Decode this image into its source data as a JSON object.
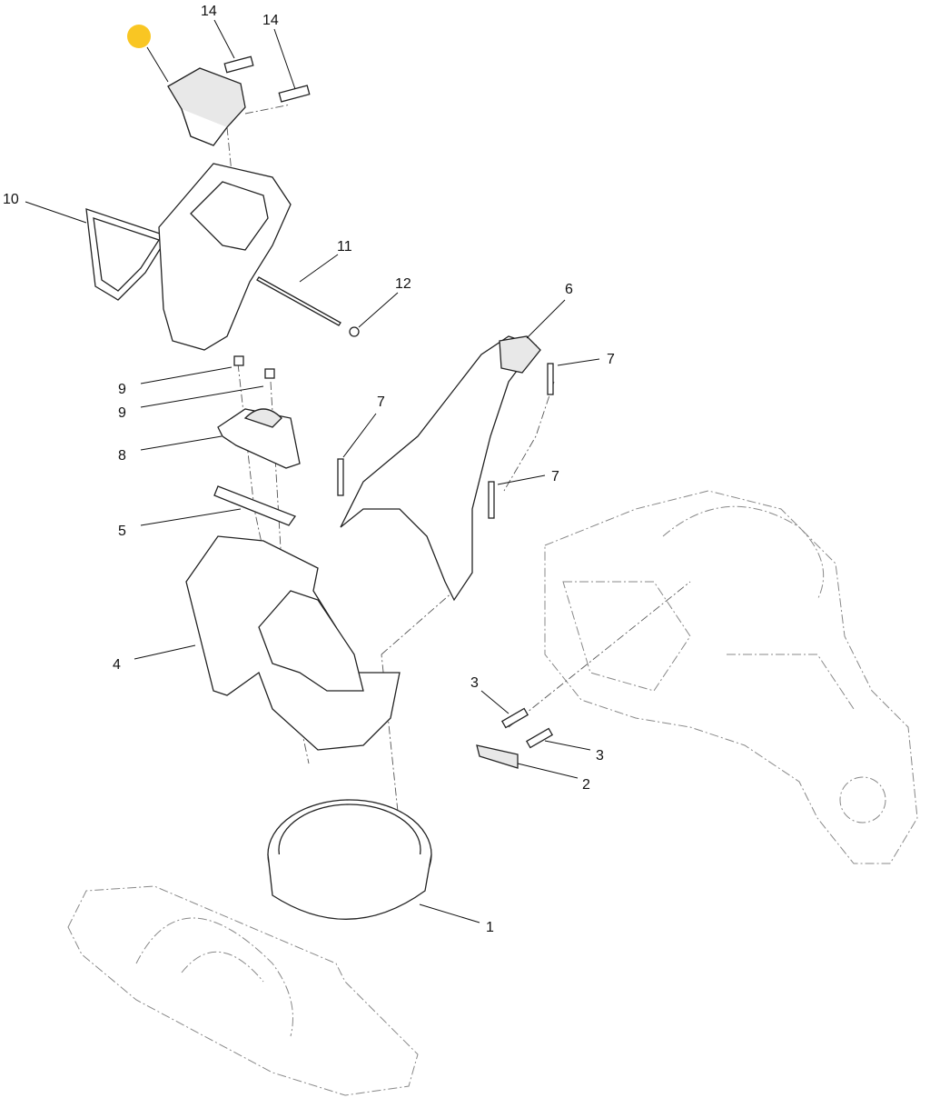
{
  "diagram": {
    "title": "Exploded parts diagram - discharge chute assembly",
    "highlight_color": "#F9C623",
    "callouts": [
      "14",
      "14",
      "10",
      "11",
      "12",
      "6",
      "7",
      "9",
      "9",
      "7",
      "8",
      "7",
      "5",
      "4",
      "3",
      "3",
      "2",
      "1"
    ]
  }
}
